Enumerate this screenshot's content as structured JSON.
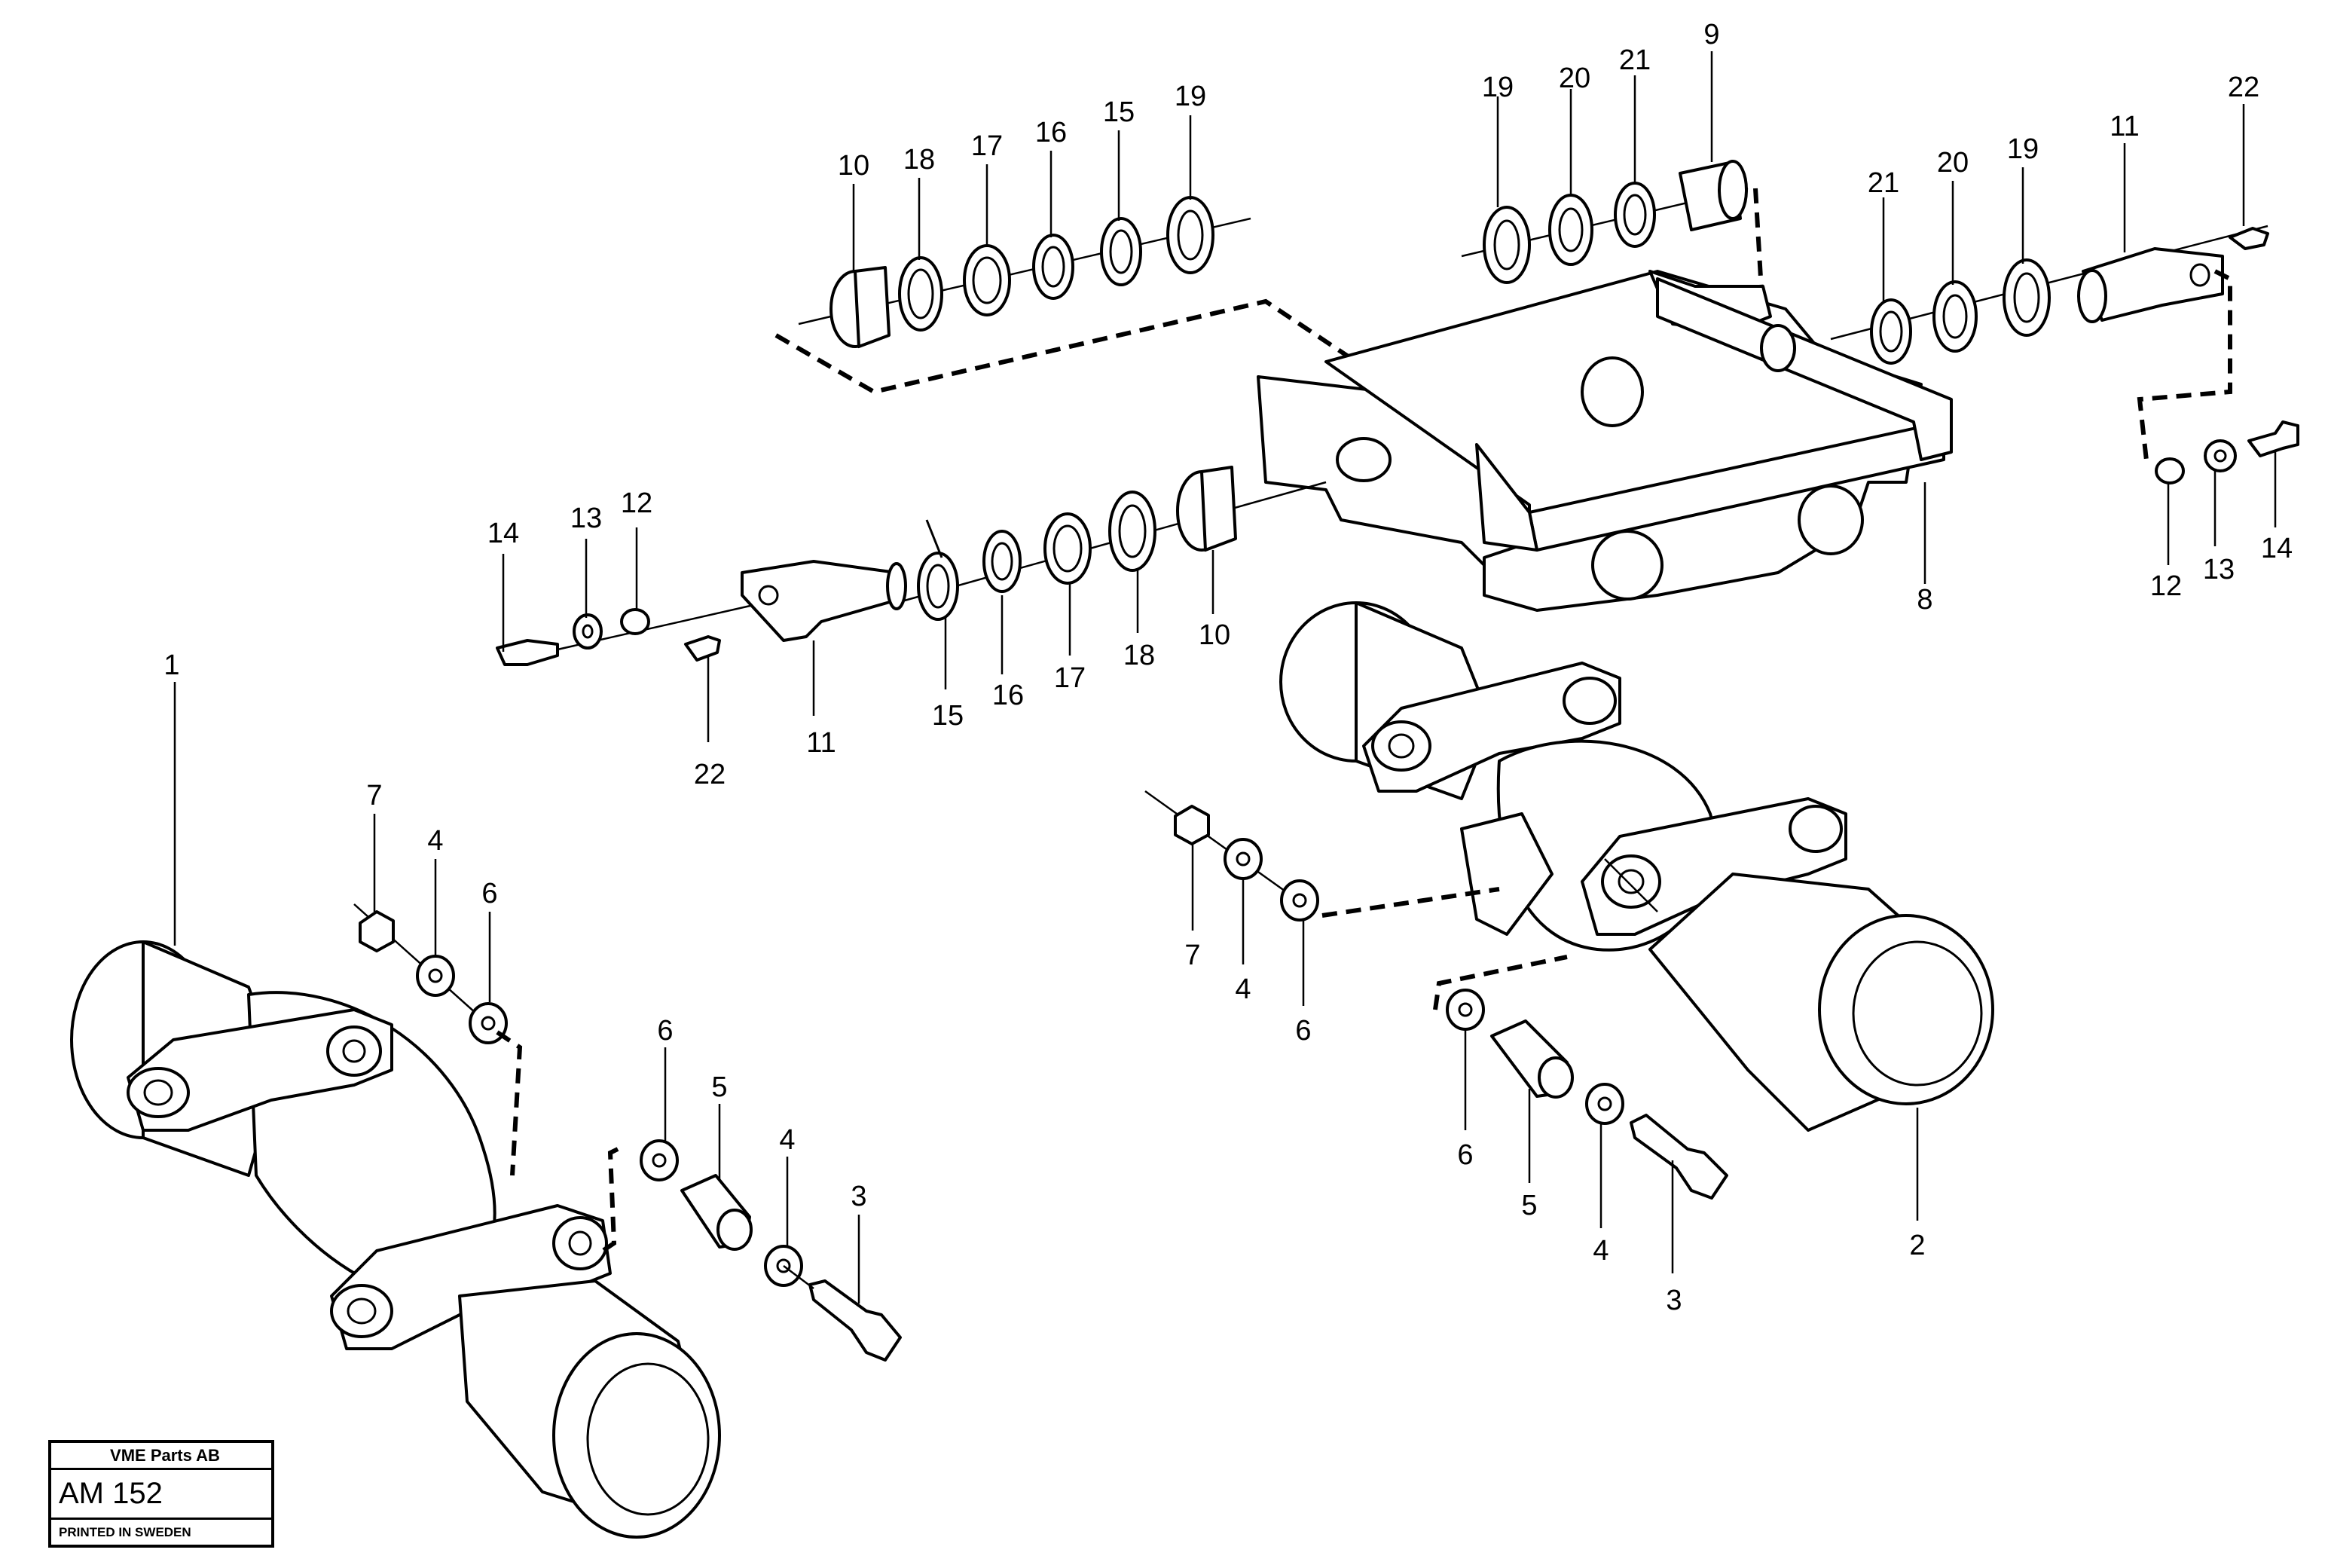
{
  "title_block": {
    "company": "VME Parts AB",
    "drawing_code": "AM 152",
    "printed": "PRINTED IN SWEDEN"
  },
  "callouts": {
    "left_axle": "1",
    "right_axle": "2",
    "bolt_left": "3",
    "bolt_right": "3",
    "washer_left_top": "4",
    "washer_left_bottom": "4",
    "washer_right_top": "4",
    "washer_right_bottom": "4",
    "sleeve_left": "5",
    "sleeve_right": "5",
    "washer6_left_top": "6",
    "washer6_left_bottom": "6",
    "washer6_right_top": "6",
    "washer6_right_bottom": "6",
    "nut_left": "7",
    "nut_right": "7",
    "frame": "8",
    "bushing_top": "9",
    "bushing10_top": "10",
    "bushing10_mid": "10",
    "pin_left": "11",
    "pin_right": "11",
    "spacer12_left": "12",
    "spacer12_right": "12",
    "washer13_left": "13",
    "washer13_right": "13",
    "bolt14_left": "14",
    "bolt14_right": "14",
    "circlip15_top": "15",
    "circlip15_mid": "15",
    "ring16_top": "16",
    "ring16_mid": "16",
    "ring17_top": "17",
    "ring17_mid": "17",
    "ring18_top": "18",
    "ring18_mid": "18",
    "seal19_top": "19",
    "seal19_topright": "19",
    "seal19_right": "19",
    "ring20_topright": "20",
    "ring20_right": "20",
    "ring21_topright": "21",
    "ring21_right": "21",
    "grease22_left": "22",
    "grease22_right": "22"
  }
}
